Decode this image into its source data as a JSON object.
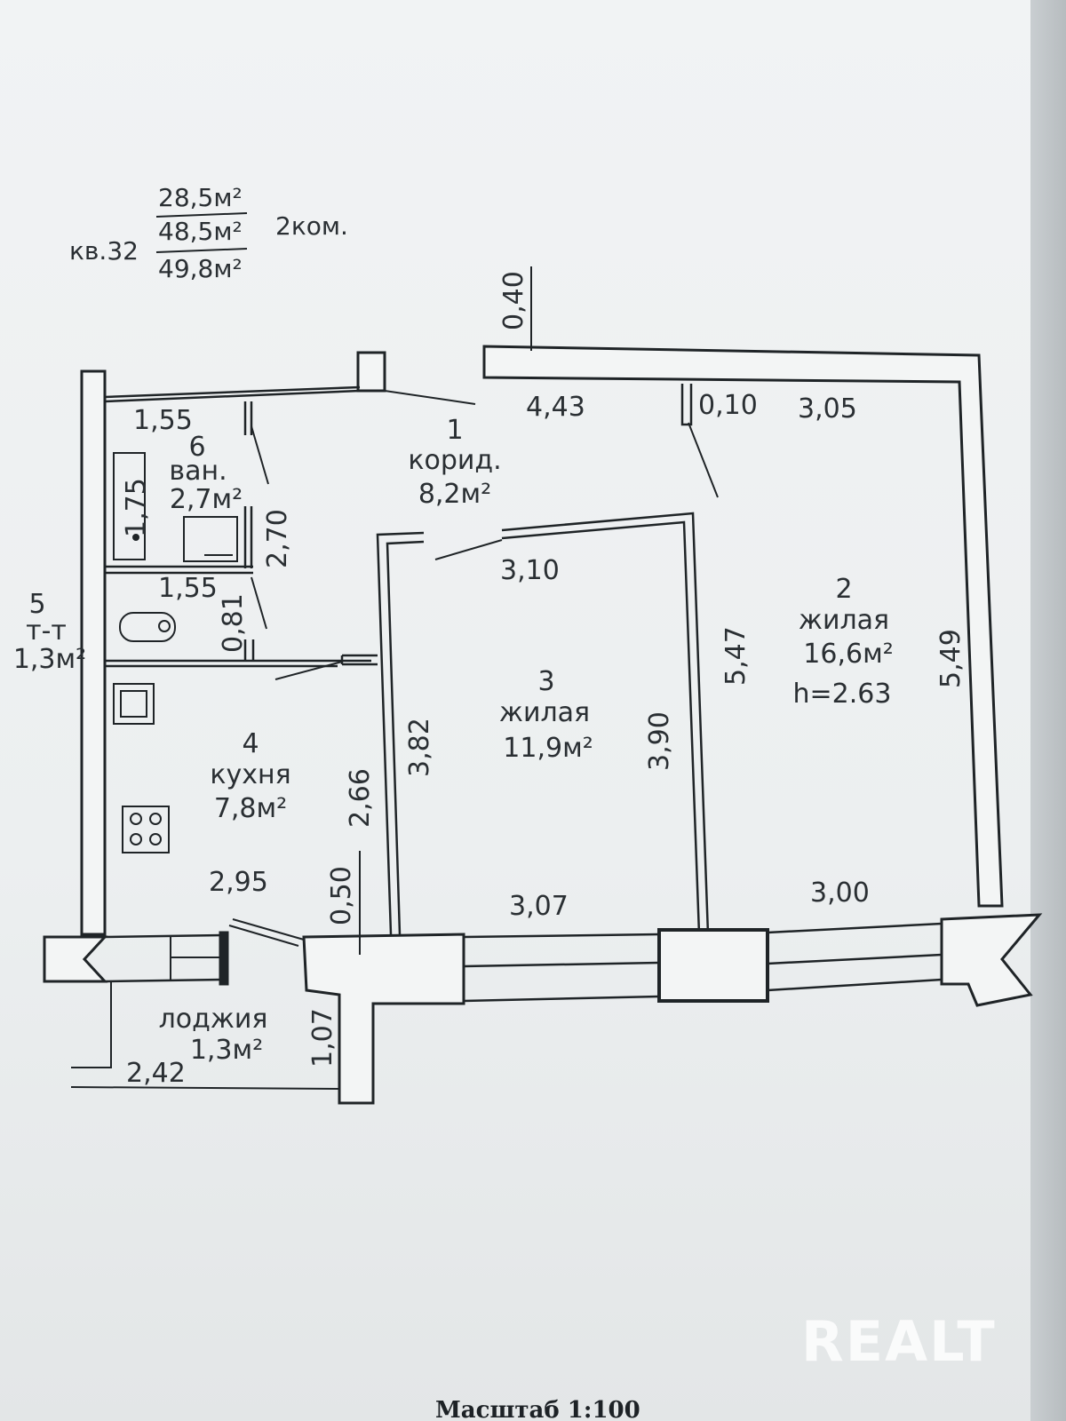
{
  "header": {
    "apartment": "кв.32",
    "area_living": "28,5м²",
    "area_total": "48,5м²",
    "area_gross": "49,8м²",
    "rooms": "2ком."
  },
  "rooms": {
    "corridor": {
      "num": "1",
      "name": "корид.",
      "area": "8,2м²"
    },
    "living2": {
      "num": "2",
      "name": "жилая",
      "area": "16,6м²",
      "height": "h=2.63"
    },
    "living3": {
      "num": "3",
      "name": "жилая",
      "area": "11,9м²"
    },
    "kitchen": {
      "num": "4",
      "name": "кухня",
      "area": "7,8м²"
    },
    "toilet": {
      "num": "5",
      "name": "т-т",
      "area": "1,3м²"
    },
    "bath": {
      "num": "6",
      "name": "ван.",
      "area": "2,7м²"
    },
    "loggia": {
      "name": "лоджия",
      "area": "1,3м²"
    }
  },
  "dimensions": {
    "d_040": "0,40",
    "d_443": "4,43",
    "d_010": "0,10",
    "d_305": "3,05",
    "d_155_top": "1,55",
    "d_175": "1,75",
    "d_270": "2,70",
    "d_155_mid": "1,55",
    "d_081": "0,81",
    "d_310": "3,10",
    "d_547": "5,47",
    "d_549": "5,49",
    "d_382": "3,82",
    "d_390": "3,90",
    "d_266": "2,66",
    "d_295": "2,95",
    "d_050": "0,50",
    "d_307": "3,07",
    "d_300": "3,00",
    "d_107": "1,07",
    "d_242": "2,42"
  },
  "watermark": "REALT",
  "scale": "Масштаб 1:100"
}
